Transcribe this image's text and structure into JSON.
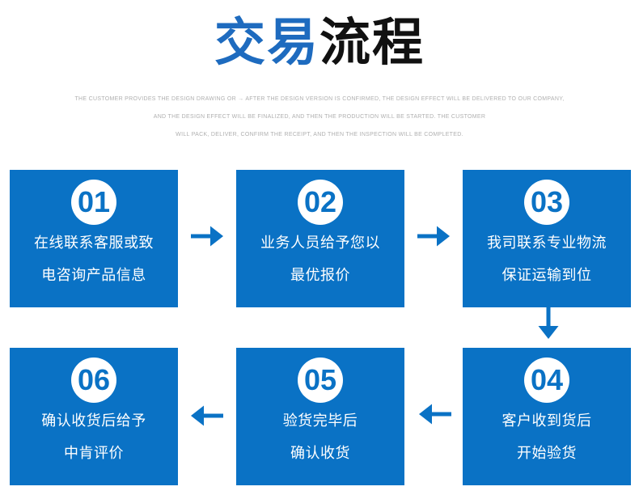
{
  "title": {
    "blue_part": "交易",
    "black_part": "流程"
  },
  "subtitle_lines": [
    "THE CUSTOMER PROVIDES THE DESIGN DRAWING OR → AFTER THE DESIGN VERSION IS CONFIRMED, THE DESIGN EFFECT WILL BE DELIVERED TO OUR COMPANY,",
    "AND THE DESIGN EFFECT WILL BE FINALIZED, AND THEN THE PRODUCTION WILL BE STARTED. THE CUSTOMER",
    "WILL PACK, DELIVER, CONFIRM THE RECEIPT, AND THEN THE INSPECTION WILL BE COMPLETED."
  ],
  "steps": [
    {
      "number": "01",
      "line1": "在线联系客服或致",
      "line2": "电咨询产品信息"
    },
    {
      "number": "02",
      "line1": "业务人员给予您以",
      "line2": "最优报价"
    },
    {
      "number": "03",
      "line1": "我司联系专业物流",
      "line2": "保证运输到位"
    },
    {
      "number": "04",
      "line1": "客户收到货后",
      "line2": "开始验货"
    },
    {
      "number": "05",
      "line1": "验货完毕后",
      "line2": "确认收货"
    },
    {
      "number": "06",
      "line1": "确认收货后给予",
      "line2": "中肯评价"
    }
  ],
  "flow": {
    "arrows": [
      {
        "name": "arrow-step1-to-step2",
        "direction": "right"
      },
      {
        "name": "arrow-step2-to-step3",
        "direction": "right"
      },
      {
        "name": "arrow-step3-to-step4",
        "direction": "down"
      },
      {
        "name": "arrow-step4-to-step5",
        "direction": "left"
      },
      {
        "name": "arrow-step5-to-step6",
        "direction": "left"
      }
    ]
  },
  "colors": {
    "box_blue": "#0a72c5",
    "title_blue": "#1e6bbf",
    "title_black": "#111111",
    "arrow_blue": "#0a72c5",
    "number_blue": "#0a72c5",
    "subtitle_gray": "#b0b0b0",
    "step_text_white": "#ffffff"
  }
}
